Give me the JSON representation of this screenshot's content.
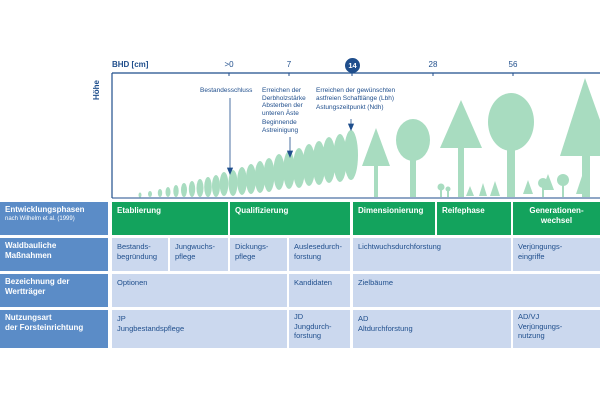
{
  "axis": {
    "x_label": "BHD [cm]",
    "y_label": "Höhe",
    "ticks": [
      ">0",
      "7",
      "14",
      "28",
      "56"
    ],
    "highlight_tick": "14"
  },
  "annotations": {
    "bestandesschluss": "Bestandesschluss",
    "derbholz_1": "Erreichen der",
    "derbholz_2": "Derbholzstärke",
    "aeste_1": "Absterben der",
    "aeste_2": "unteren Äste",
    "astreinigung_1": "Beginnende",
    "astreinigung_2": "Astreinigung",
    "lbh_1": "Erreichen der gewünschten",
    "lbh_2": "astfreien Schaftlänge (Lbh)",
    "ndh": "Astungszeitpunkt (Ndh)"
  },
  "rows": {
    "phasen": {
      "label": "Entwicklungsphasen",
      "sub": "nach Wilhelm et al. (1999)"
    },
    "massnahmen": {
      "label_1": "Waldbauliche",
      "label_2": "Maßnahmen"
    },
    "werttraeger": {
      "label_1": "Bezeichnung der",
      "label_2": "Wertträger"
    },
    "nutzung": {
      "label_1": "Nutzungsart",
      "label_2": "der Forsteinrichtung"
    }
  },
  "phases": {
    "etablierung": "Etablierung",
    "qualifizierung": "Qualifizierung",
    "dimensionierung": "Dimensionierung",
    "reifephase": "Reifephase",
    "generationen_1": "Generationen-",
    "generationen_2": "wechsel"
  },
  "massnahmen": {
    "c1_1": "Bestands-",
    "c1_2": "begründung",
    "c2_1": "Jungwuchs-",
    "c2_2": "pflege",
    "c3_1": "Dickungs-",
    "c3_2": "pflege",
    "c4_1": "Auslesedurch-",
    "c4_2": "forstung",
    "c5": "Lichtwuchsdurchforstung",
    "c6_1": "Verjüngungs-",
    "c6_2": "eingriffe"
  },
  "werttraeger": {
    "optionen": "Optionen",
    "kandidaten": "Kandidaten",
    "zielbaeume": "Zielbäume"
  },
  "nutzung": {
    "jp_code": "JP",
    "jp_text": "Jungbestandspflege",
    "jd_code": "JD",
    "jd_1": "Jungdurch-",
    "jd_2": "forstung",
    "ad_code": "AD",
    "ad_text": "Altdurchforstung",
    "av_code": "AD/VJ",
    "av_1": "Verjüngungs-",
    "av_2": "nutzung"
  },
  "colors": {
    "tree": "#a8dcc0",
    "axis": "#1f4e8c",
    "phase_green": "#13a35d",
    "row_head_blue": "#5b8cc7",
    "cell_blue": "#cbd8ee"
  }
}
